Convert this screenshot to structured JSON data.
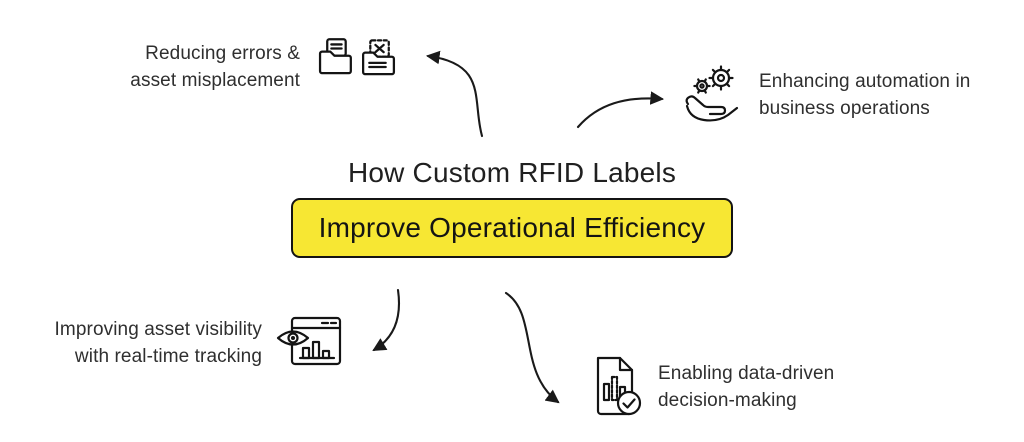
{
  "title": {
    "line1": "How Custom RFID Labels",
    "highlight": "Improve Operational Efficiency"
  },
  "items": [
    {
      "id": "reducing-errors",
      "line1": "Reducing errors &",
      "line2": "asset misplacement",
      "icon": "folders-documents-icon"
    },
    {
      "id": "enhancing-automation",
      "line1": "Enhancing automation in",
      "line2": "business operations",
      "icon": "hand-gears-icon"
    },
    {
      "id": "asset-visibility",
      "line1": "Improving asset visibility",
      "line2": "with real-time tracking",
      "icon": "eye-tracking-dashboard-icon"
    },
    {
      "id": "data-driven",
      "line1": "Enabling data-driven",
      "line2": "decision-making",
      "icon": "document-chart-check-icon"
    }
  ],
  "colors": {
    "highlight_bg": "#F7E733",
    "highlight_border": "#141414",
    "text": "#2b2b2b",
    "arrow": "#1a1a1a"
  }
}
